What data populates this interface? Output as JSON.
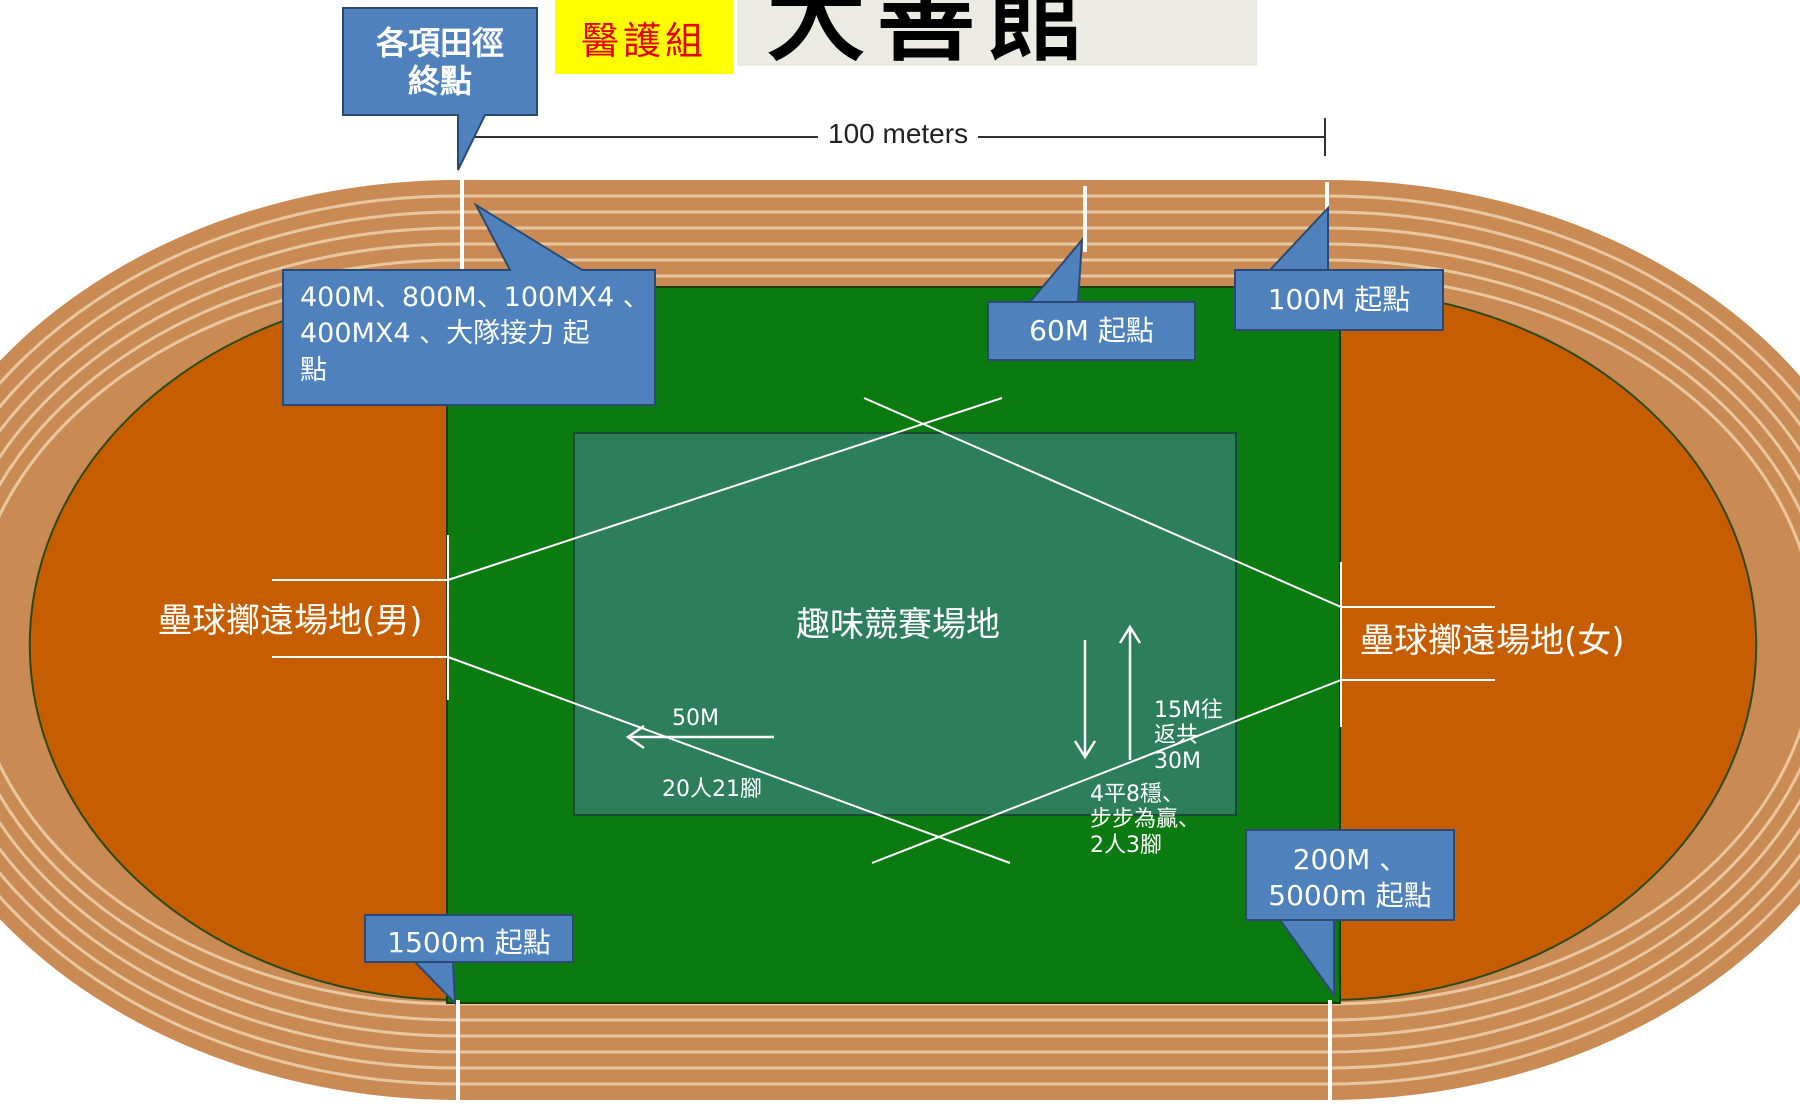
{
  "header": {
    "tag_label": "醫護組",
    "venue_title": "大善館"
  },
  "track": {
    "distance_label": "100 meters",
    "colors": {
      "track": "#c98a54",
      "lane_line": "#e8c7a0",
      "infield_orange": "#c65d00",
      "infield_green": "#0b7a11",
      "fun_area": "#2c7f5a",
      "callout": "#4f81bd"
    }
  },
  "areas": {
    "fun_area_label": "趣味競賽場地",
    "softball_men_label": "壘球擲遠場地(男)",
    "softball_women_label": "壘球擲遠場地(女)"
  },
  "callouts": {
    "finish_all": "各項田徑\n終點",
    "start_400_800_relay": "400M、800M、100MX4 、\n400MX4 、大隊接力 起\n點",
    "start_60m": "60M 起點",
    "start_100m": "100M 起點",
    "start_200m_5000m": "200M 、\n5000m 起點",
    "start_1500m": "1500m 起點"
  },
  "fun_events": {
    "label_50m": "50M",
    "label_20p21l": "20人21腳",
    "label_15m_return": "15M往\n返共\n30M",
    "label_multi": "4平8穩、\n步步為贏、\n2人3腳"
  }
}
